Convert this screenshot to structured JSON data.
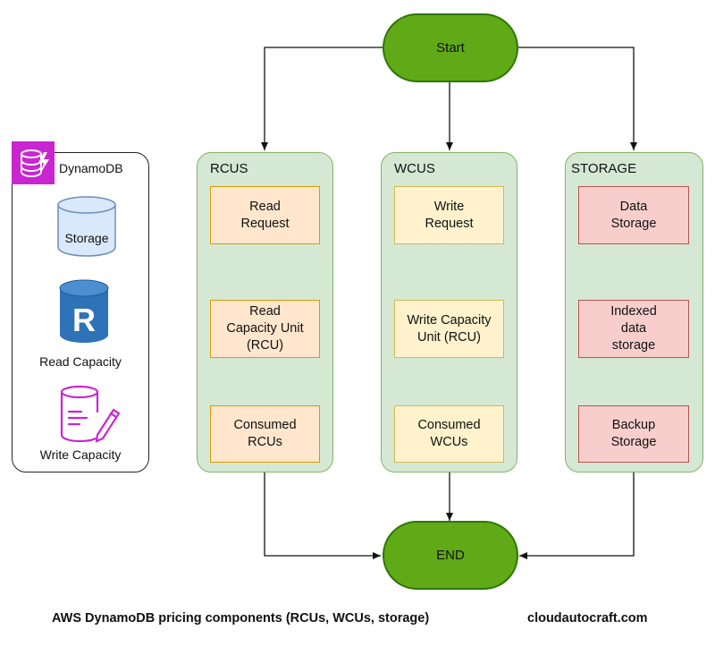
{
  "start_label": "Start",
  "end_label": "END",
  "legend": {
    "title": "DynamoDB",
    "storage_label": "Storage",
    "read_icon_letter": "R",
    "read_label": "Read Capacity",
    "write_label": "Write Capacity"
  },
  "columns": {
    "rcus": {
      "title": "RCUS",
      "steps": [
        "Read\nRequest",
        "Read\nCapacity Unit\n(RCU)",
        "Consumed\nRCUs"
      ]
    },
    "wcus": {
      "title": "WCUS",
      "steps": [
        "Write\nRequest",
        "Write Capacity\nUnit (RCU)",
        "Consumed\nWCUs"
      ]
    },
    "storage": {
      "title": "STORAGE",
      "steps": [
        "Data\nStorage",
        "Indexed\ndata\nstorage",
        "Backup\nStorage"
      ]
    }
  },
  "footer": {
    "caption": "AWS DynamoDB pricing components (RCUs, WCUs, storage)",
    "site": "cloudautocraft.com"
  },
  "colors": {
    "column_fill": "#d5e8d4",
    "column_border": "#82b366",
    "read_fill": "#ffe6cc",
    "write_fill": "#fff2cc",
    "storage_fill": "#f8cecc",
    "terminal_fill": "#60a917",
    "dynamodb_icon": "#c925d1",
    "read_icon": "#2e73b8"
  }
}
